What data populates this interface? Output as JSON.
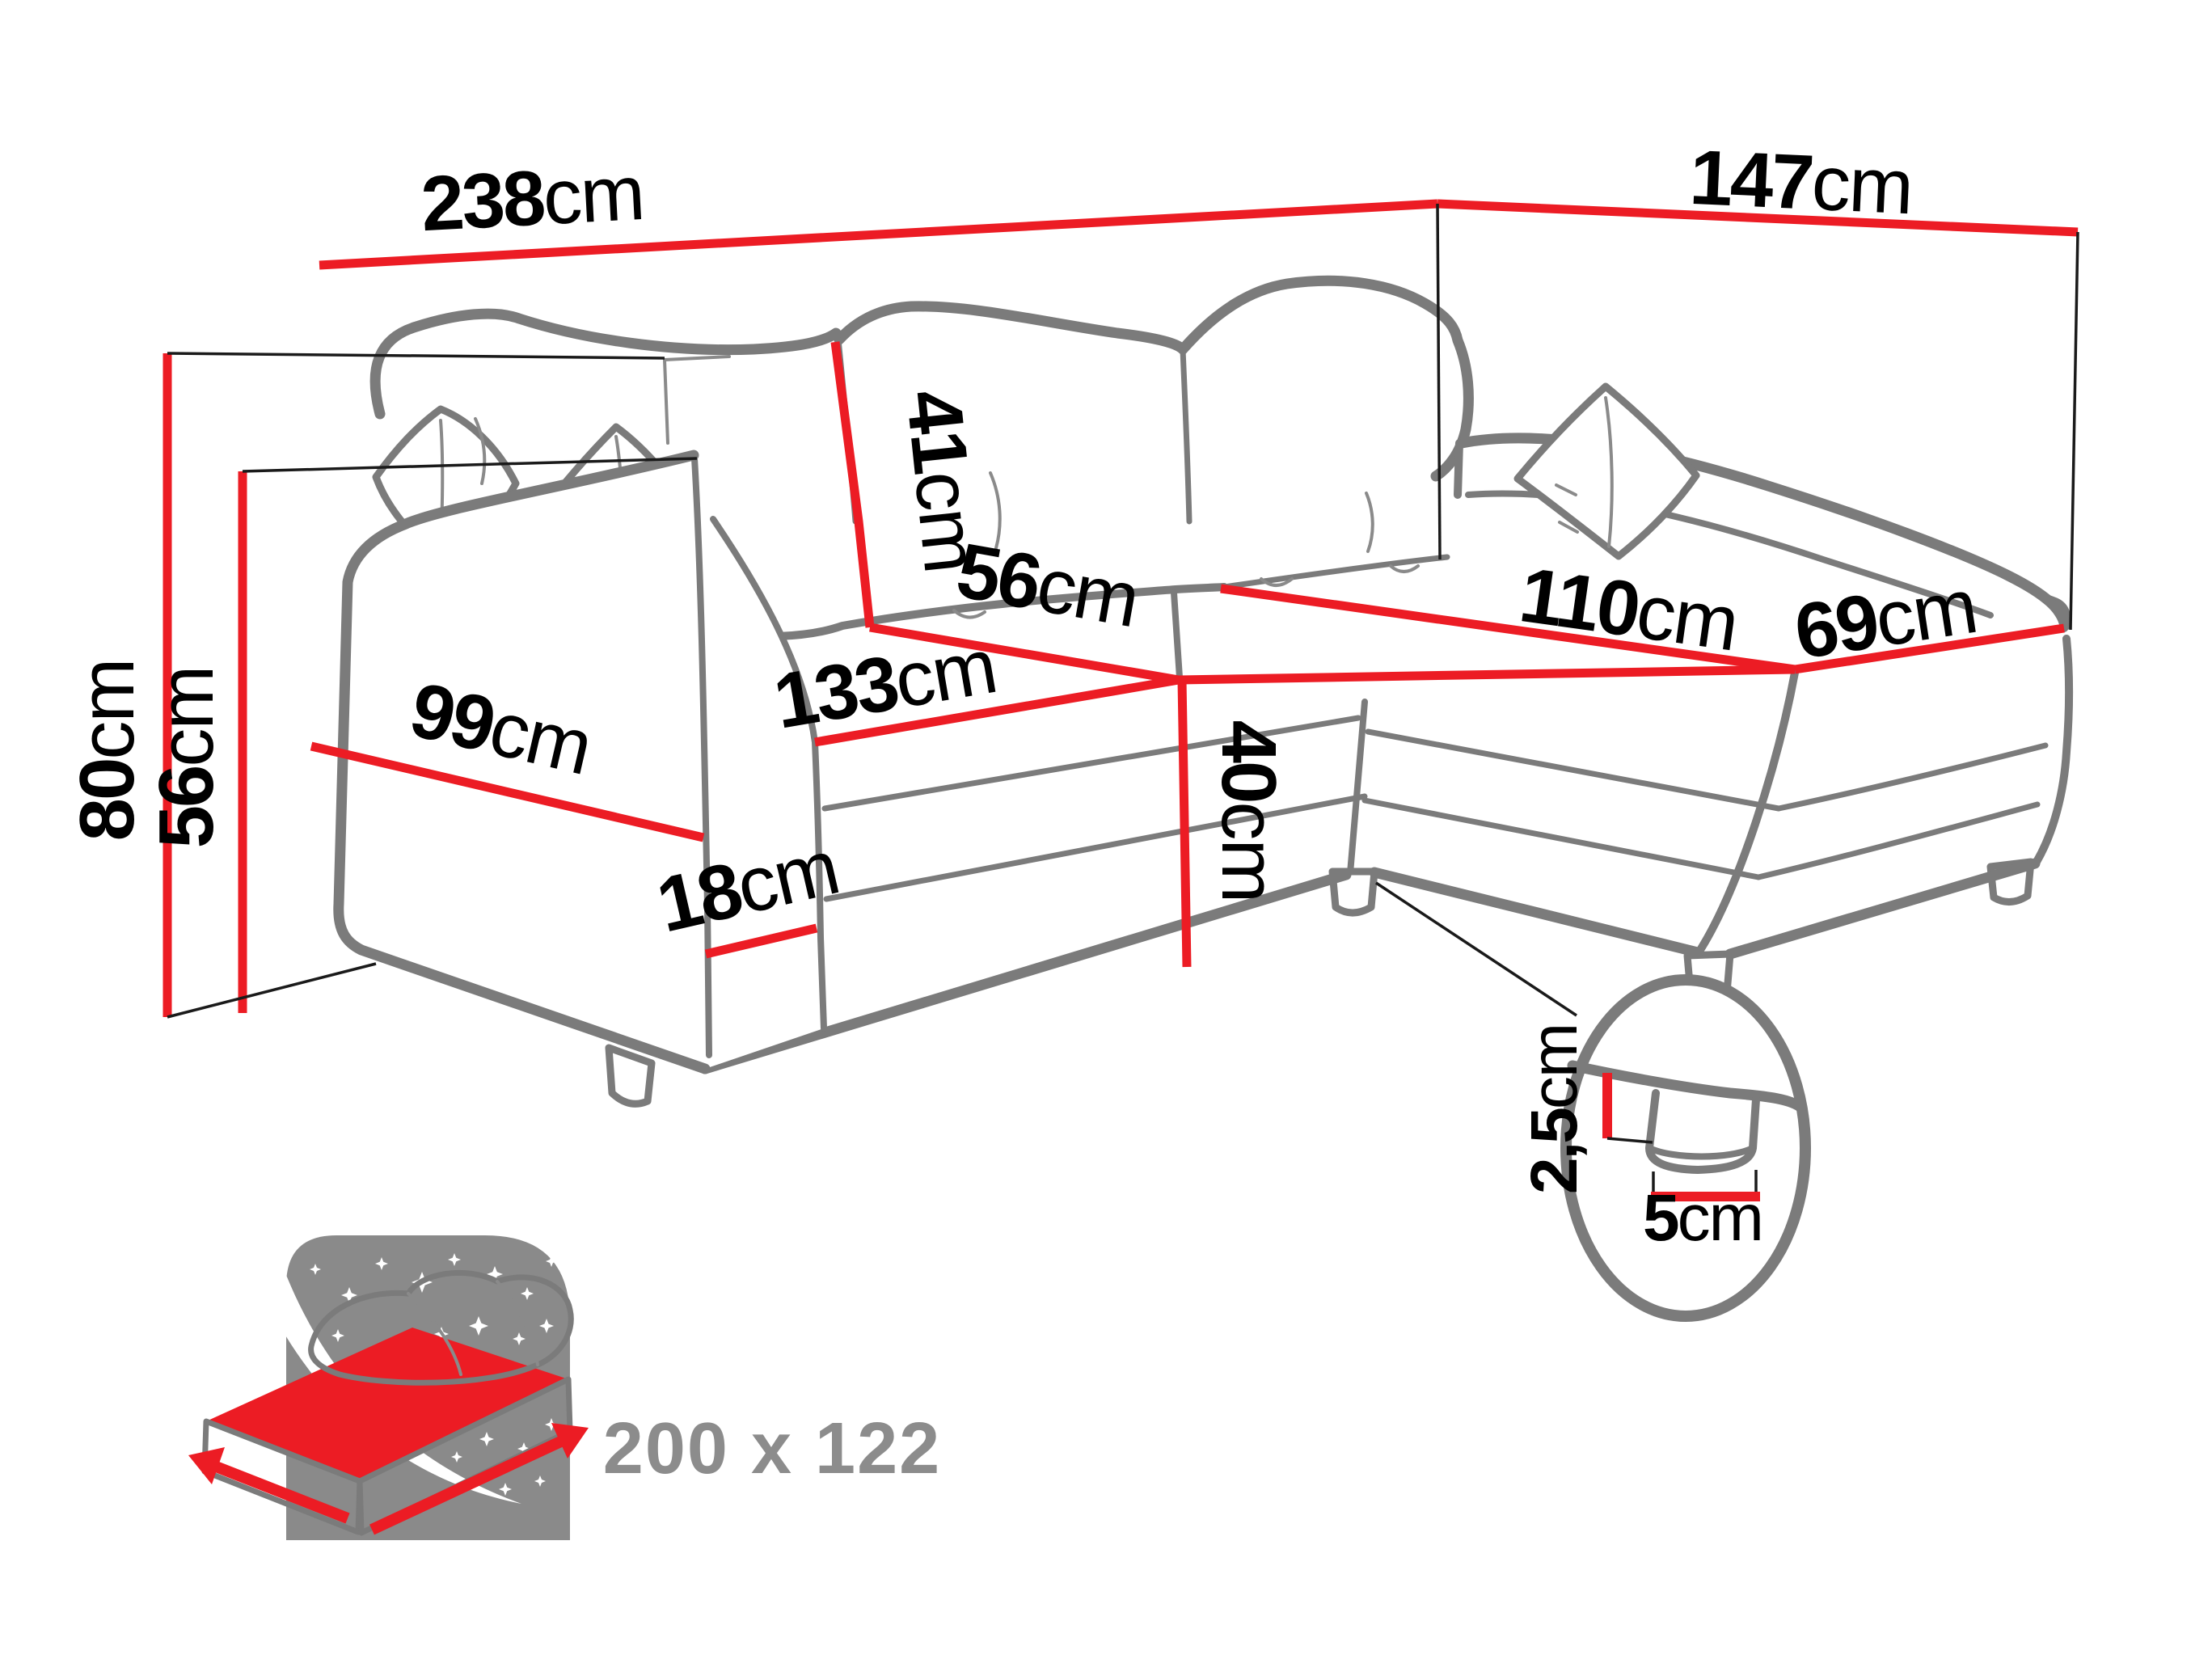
{
  "diagram_title": "corner-sofa-dimensions",
  "colors": {
    "dimension_line_red": "#ec1c24",
    "sofa_outline_gray": "#7b7b7b",
    "helper_line_black": "#1a1a1a",
    "label_text_black": "#000000",
    "sleep_icon_gray": "#8c8c8c"
  },
  "dimensions": {
    "total_width": {
      "value": "238",
      "unit": "cm"
    },
    "total_depth": {
      "value": "147",
      "unit": "cm"
    },
    "total_height": {
      "value": "80",
      "unit": "cm"
    },
    "backrest_height": {
      "value": "56",
      "unit": "cm"
    },
    "back_cushion_height": {
      "value": "41",
      "unit": "cm"
    },
    "seat_depth": {
      "value": "56",
      "unit": "cm"
    },
    "seat_front_width": {
      "value": "133",
      "unit": "cm"
    },
    "armrest_depth": {
      "value": "99",
      "unit": "cm"
    },
    "armrest_base_height": {
      "value": "18",
      "unit": "cm"
    },
    "seat_height": {
      "value": "40",
      "unit": "cm"
    },
    "chaise_length": {
      "value": "110",
      "unit": "cm"
    },
    "chaise_width": {
      "value": "69",
      "unit": "cm"
    },
    "leg_height": {
      "value": "2,5",
      "unit": "cm"
    },
    "leg_width": {
      "value": "5",
      "unit": "cm"
    }
  },
  "sleeping_function": {
    "bed_size_label": "200 x 122"
  }
}
